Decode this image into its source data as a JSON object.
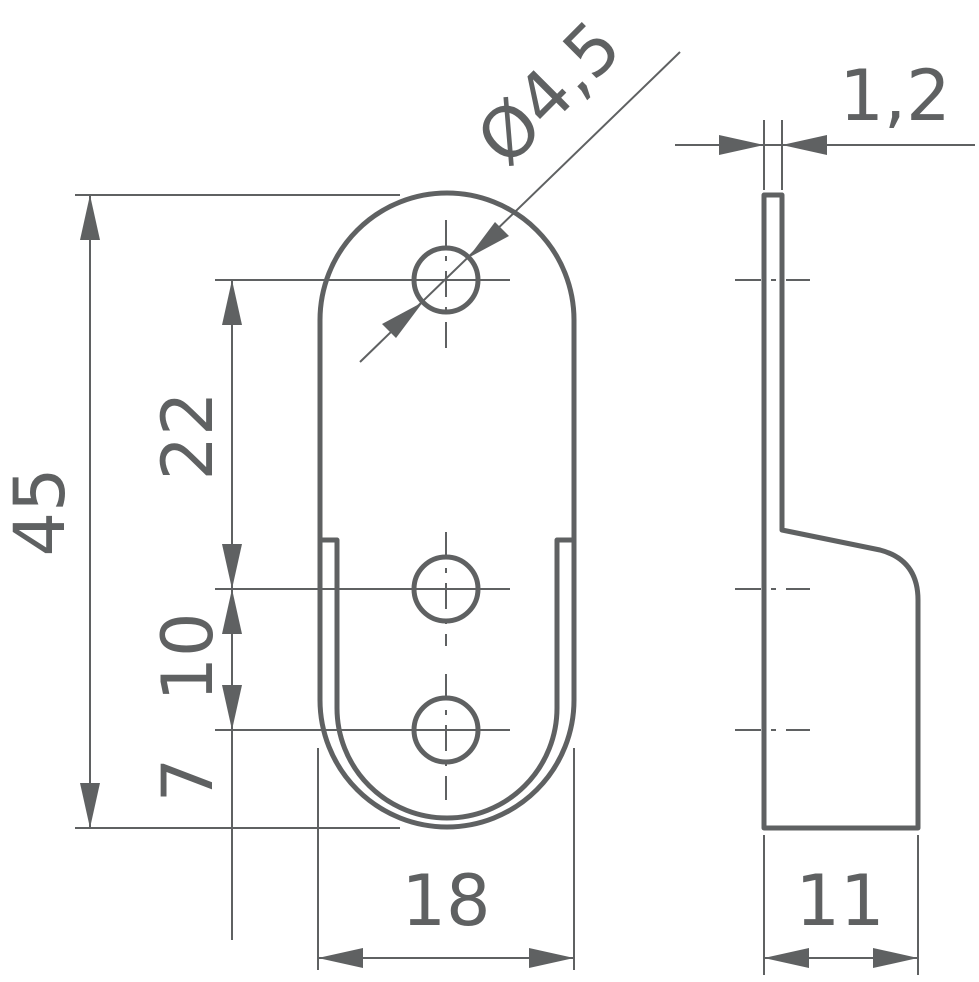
{
  "drawing": {
    "colors": {
      "line": "#5f6162",
      "background": "#ffffff"
    },
    "dimensions": {
      "hole_diameter": "Ø4,5",
      "thickness": "1,2",
      "total_length": "45",
      "hole_spacing_top": "22",
      "hole_spacing_middle": "10",
      "bottom_offset": "7",
      "width": "18",
      "depth": "11"
    }
  }
}
